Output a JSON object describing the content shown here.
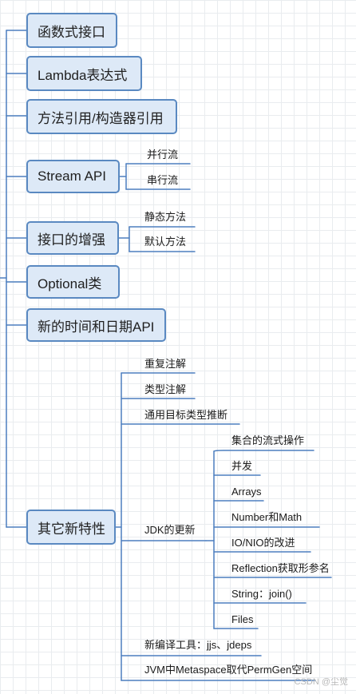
{
  "nodes": {
    "n1": "函数式接口",
    "n2": "Lambda表达式",
    "n3": "方法引用/构造器引用",
    "n4": "Stream API",
    "n5": "接口的增强",
    "n6": "Optional类",
    "n7": "新的时间和日期API",
    "n8": "其它新特性"
  },
  "stream": {
    "a": "并行流",
    "b": "串行流"
  },
  "iface": {
    "a": "静态方法",
    "b": "默认方法"
  },
  "other": {
    "a": "重复注解",
    "b": "类型注解",
    "c": "通用目标类型推断",
    "jdk": "JDK的更新",
    "d": "新编译工具：jjs、jdeps",
    "e": "JVM中Metaspace取代PermGen空间"
  },
  "jdk": {
    "a": "集合的流式操作",
    "b": "并发",
    "c": "Arrays",
    "d": "Number和Math",
    "e": "IO/NIO的改进",
    "f": "Reflection获取形参名",
    "g": "String：join()",
    "h": "Files"
  },
  "watermark": "CSDN @尘觉",
  "colors": {
    "node_fill": "#dde9f7",
    "node_border": "#5a89c1",
    "line": "#4d7fbf"
  }
}
